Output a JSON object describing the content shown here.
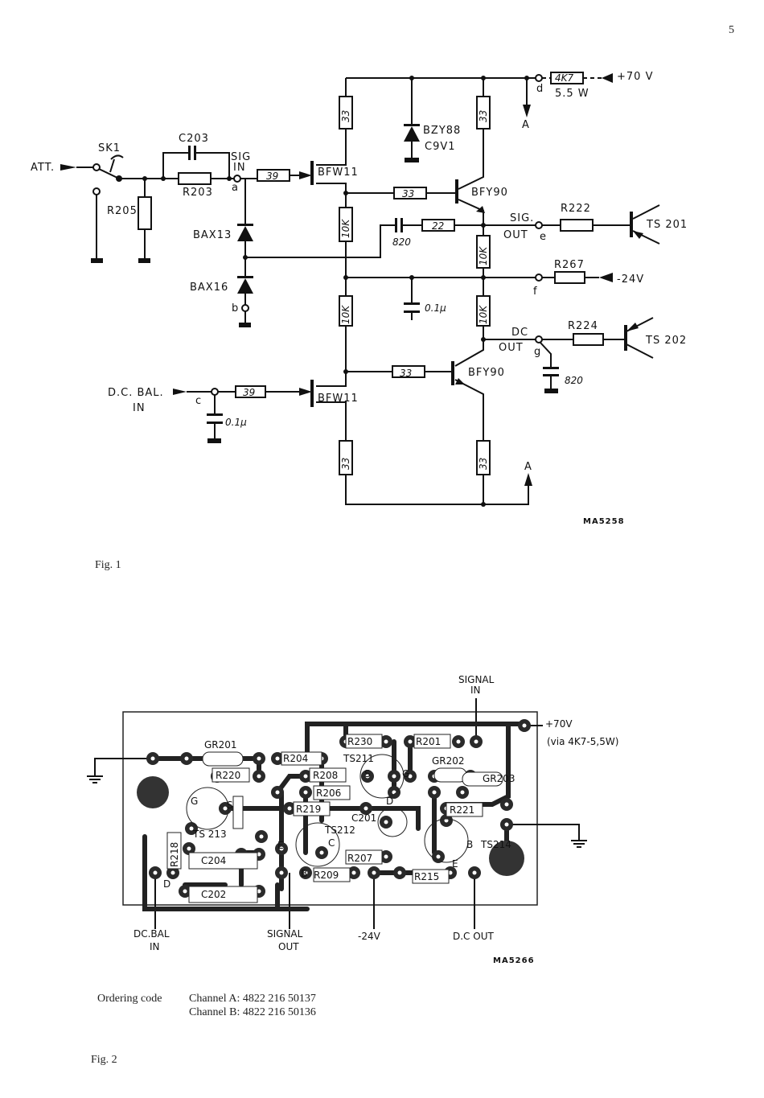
{
  "page_number": "5",
  "figure1": {
    "caption": "Fig. 1",
    "drawing_code": "MA5258",
    "labels": {
      "att": "ATT.",
      "sk1": "SK1",
      "c203": "C203",
      "r203": "R203",
      "r205": "R205",
      "sig_in_1": "SIG",
      "sig_in_2": "IN",
      "term_a": "a",
      "r39_top": "39",
      "bfw11_top": "BFW11",
      "r33_top_left": "33",
      "bzy88": "BZY88",
      "c9v1": "C9V1",
      "r33_top_right": "33",
      "term_d": "d",
      "r4k7": "4K7",
      "watt": "5.5 W",
      "plus70": "+70 V",
      "arrow_a_top": "A",
      "r33_base_top": "33",
      "bfy90_top": "BFY90",
      "bax13": "BAX13",
      "bax16": "BAX16",
      "term_b": "b",
      "r10k_1": "10K",
      "r10k_2": "10K",
      "r10k_3": "10K",
      "r10k_4": "10K",
      "c820_1": "820",
      "r22": "22",
      "sig_out_1": "SIG.",
      "sig_out_2": "OUT",
      "term_e": "e",
      "r222": "R222",
      "ts201": "TS 201",
      "r267": "R267",
      "minus24": "-24V",
      "term_f": "f",
      "c01_1": "0.1μ",
      "dc_out_1": "DC",
      "dc_out_2": "OUT",
      "term_g": "g",
      "r224": "R224",
      "ts202": "TS 202",
      "c820_2": "820",
      "r33_base_bot": "33",
      "bfy90_bot": "BFY90",
      "dcbal_1": "D.C. BAL.",
      "dcbal_2": "IN",
      "term_c": "c",
      "r39_bot": "39",
      "bfw11_bot": "BFW11",
      "c01_2": "0.1μ",
      "r33_bot_left": "33",
      "r33_bot_right": "33",
      "arrow_a_bot": "A"
    }
  },
  "figure2": {
    "caption": "Fig. 2",
    "drawing_code": "MA5266",
    "labels": {
      "signal_in_1": "SIGNAL",
      "signal_in_2": "IN",
      "plus70": "+70V",
      "via": "(via 4K7-5,5W)",
      "gr201": "GR201",
      "r230": "R230",
      "r201": "R201",
      "ts211": "TS211",
      "gr202": "GR202",
      "r204": "R204",
      "r220": "R220",
      "r208": "R208",
      "gr203": "GR203",
      "r206": "R206",
      "r219": "R219",
      "r221": "R221",
      "c201": "C201",
      "ts213": "TS 213",
      "ts212": "TS212",
      "ts214": "TS214",
      "r218": "R218",
      "c204": "C204",
      "r207": "R207",
      "r209": "R209",
      "r215": "R215",
      "c202": "C202",
      "pin_g1": "G",
      "pin_s1": "S",
      "pin_d1": "D",
      "pin_g2": "G",
      "pin_s2": "S",
      "pin_d2": "D",
      "pin_e1": "E",
      "pin_b1": "B",
      "pin_c1": "C",
      "pin_b2": "B",
      "pin_e2": "E",
      "dcbal_1": "DC.BAL",
      "dcbal_2": "IN",
      "sigout_1": "SIGNAL",
      "sigout_2": "OUT",
      "minus24": "-24V",
      "dcout": "D.C OUT"
    }
  },
  "ordering": {
    "label": "Ordering code",
    "channel_a": "Channel A: 4822 216 50137",
    "channel_b": "Channel B: 4822 216 50136"
  }
}
